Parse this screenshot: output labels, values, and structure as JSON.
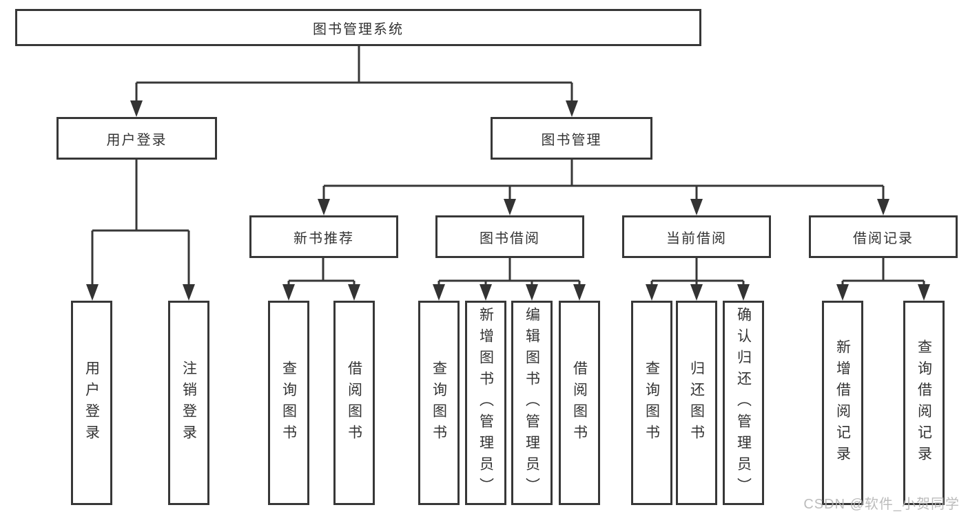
{
  "diagram": {
    "root": {
      "label": "图书管理系统"
    },
    "level2": [
      {
        "label": "用户登录"
      },
      {
        "label": "图书管理"
      }
    ],
    "level3": [
      {
        "label": "新书推荐"
      },
      {
        "label": "图书借阅"
      },
      {
        "label": "当前借阅"
      },
      {
        "label": "借阅记录"
      }
    ],
    "leaves": {
      "user_login": [
        {
          "label": "用户登录"
        },
        {
          "label": "注销登录"
        }
      ],
      "new_book_recommend": [
        {
          "label": "查询图书"
        },
        {
          "label": "借阅图书"
        }
      ],
      "book_borrowing": [
        {
          "label": "查询图书"
        },
        {
          "label": "新增图书（管理员）"
        },
        {
          "label": "编辑图书（管理员）"
        },
        {
          "label": "借阅图书"
        }
      ],
      "current_borrowing": [
        {
          "label": "查询图书"
        },
        {
          "label": "归还图书"
        },
        {
          "label": "确认归还（管理员）"
        }
      ],
      "borrowing_records": [
        {
          "label": "新增借阅记录"
        },
        {
          "label": "查询借阅记录"
        }
      ]
    }
  },
  "watermark": {
    "text": "CSDN @软件_小贺同学",
    "color": "#b5b5b5"
  },
  "colors": {
    "line": "#373737",
    "text": "#333333",
    "background": "#ffffff"
  }
}
